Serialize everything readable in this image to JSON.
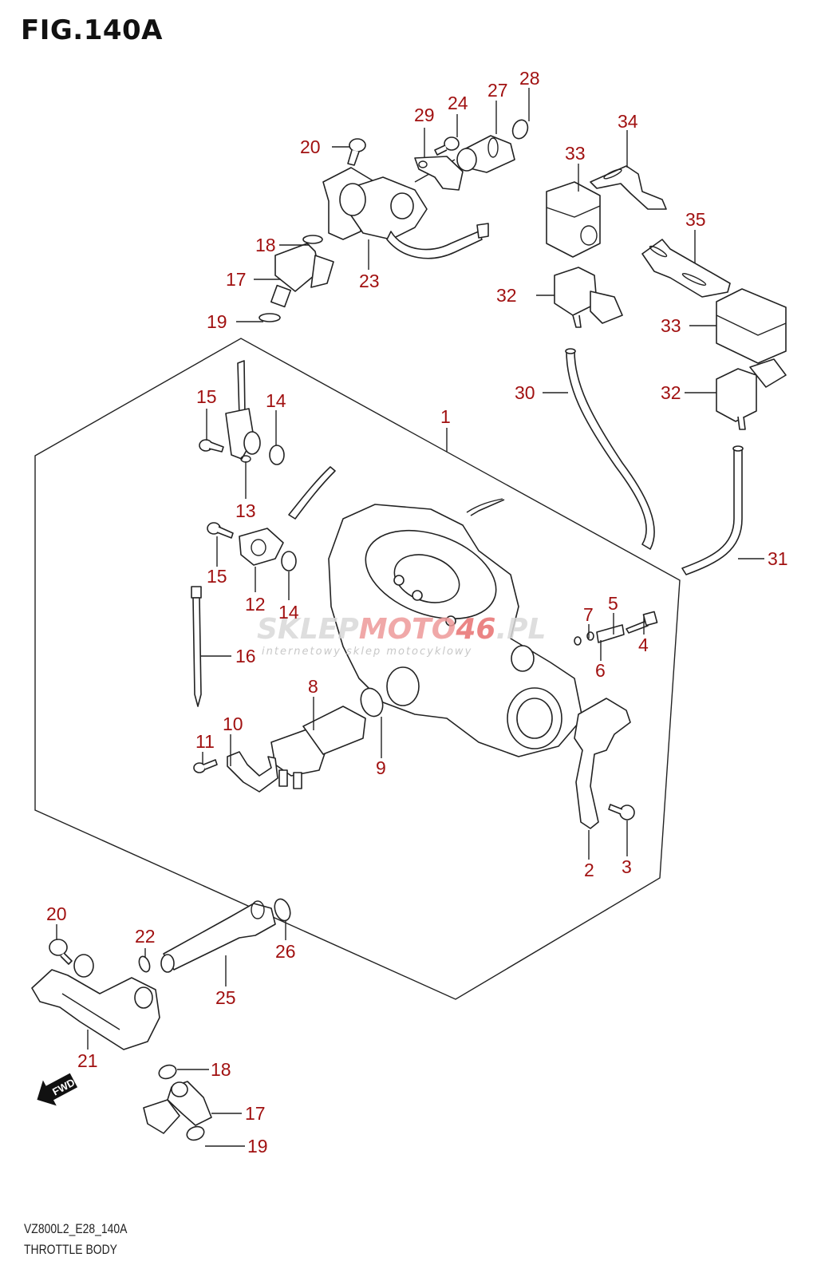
{
  "figure": {
    "title": "FIG.140A",
    "model_code": "VZ800L2_E28_140A",
    "caption": "THROTTLE BODY"
  },
  "colors": {
    "label": "#a11111",
    "line": "#222222",
    "watermark": "#d9d9d9",
    "watermark_accent": "#e87070"
  },
  "watermark": {
    "main_left": "SKLEP",
    "main_mid": "MOTO",
    "main_num": "46",
    "main_right": ".PL",
    "sub": "internetowy sklep motocyklowy"
  },
  "fwd_badge": "FWD",
  "callouts": [
    {
      "id": "c1",
      "num": "1",
      "part": "throttle-body"
    },
    {
      "id": "c2",
      "num": "2",
      "part": "bracket"
    },
    {
      "id": "c3",
      "num": "3",
      "part": "screw"
    },
    {
      "id": "c4",
      "num": "4",
      "part": "adjust-screw"
    },
    {
      "id": "c5",
      "num": "5",
      "part": "spring"
    },
    {
      "id": "c6",
      "num": "6",
      "part": "washer"
    },
    {
      "id": "c7",
      "num": "7",
      "part": "o-ring"
    },
    {
      "id": "c8",
      "num": "8",
      "part": "idle-speed-sensor"
    },
    {
      "id": "c9",
      "num": "9",
      "part": "o-ring"
    },
    {
      "id": "c10",
      "num": "10",
      "part": "clamp"
    },
    {
      "id": "c11",
      "num": "11",
      "part": "screw"
    },
    {
      "id": "c12",
      "num": "12",
      "part": "sensor"
    },
    {
      "id": "c13",
      "num": "13",
      "part": "sensor"
    },
    {
      "id": "c14a",
      "num": "14",
      "part": "o-ring"
    },
    {
      "id": "c14b",
      "num": "14",
      "part": "o-ring"
    },
    {
      "id": "c15a",
      "num": "15",
      "part": "screw"
    },
    {
      "id": "c15b",
      "num": "15",
      "part": "screw"
    },
    {
      "id": "c16",
      "num": "16",
      "part": "cable-tie"
    },
    {
      "id": "c17a",
      "num": "17",
      "part": "fuel-injector"
    },
    {
      "id": "c17b",
      "num": "17",
      "part": "fuel-injector"
    },
    {
      "id": "c18a",
      "num": "18",
      "part": "o-ring"
    },
    {
      "id": "c18b",
      "num": "18",
      "part": "o-ring"
    },
    {
      "id": "c19a",
      "num": "19",
      "part": "seal"
    },
    {
      "id": "c19b",
      "num": "19",
      "part": "seal"
    },
    {
      "id": "c20a",
      "num": "20",
      "part": "screw"
    },
    {
      "id": "c20b",
      "num": "20",
      "part": "screw"
    },
    {
      "id": "c21",
      "num": "21",
      "part": "delivery-pipe"
    },
    {
      "id": "c22",
      "num": "22",
      "part": "o-ring"
    },
    {
      "id": "c23",
      "num": "23",
      "part": "delivery-pipe"
    },
    {
      "id": "c24",
      "num": "24",
      "part": "screw"
    },
    {
      "id": "c25",
      "num": "25",
      "part": "joint-pipe"
    },
    {
      "id": "c26",
      "num": "26",
      "part": "o-ring"
    },
    {
      "id": "c27",
      "num": "27",
      "part": "joint"
    },
    {
      "id": "c28",
      "num": "28",
      "part": "o-ring"
    },
    {
      "id": "c29",
      "num": "29",
      "part": "plate"
    },
    {
      "id": "c30",
      "num": "30",
      "part": "hose"
    },
    {
      "id": "c31",
      "num": "31",
      "part": "hose"
    },
    {
      "id": "c32a",
      "num": "32",
      "part": "pressure-sensor"
    },
    {
      "id": "c32b",
      "num": "32",
      "part": "pressure-sensor"
    },
    {
      "id": "c33a",
      "num": "33",
      "part": "cover"
    },
    {
      "id": "c33b",
      "num": "33",
      "part": "cover"
    },
    {
      "id": "c34",
      "num": "34",
      "part": "bracket"
    },
    {
      "id": "c35",
      "num": "35",
      "part": "bracket"
    }
  ]
}
